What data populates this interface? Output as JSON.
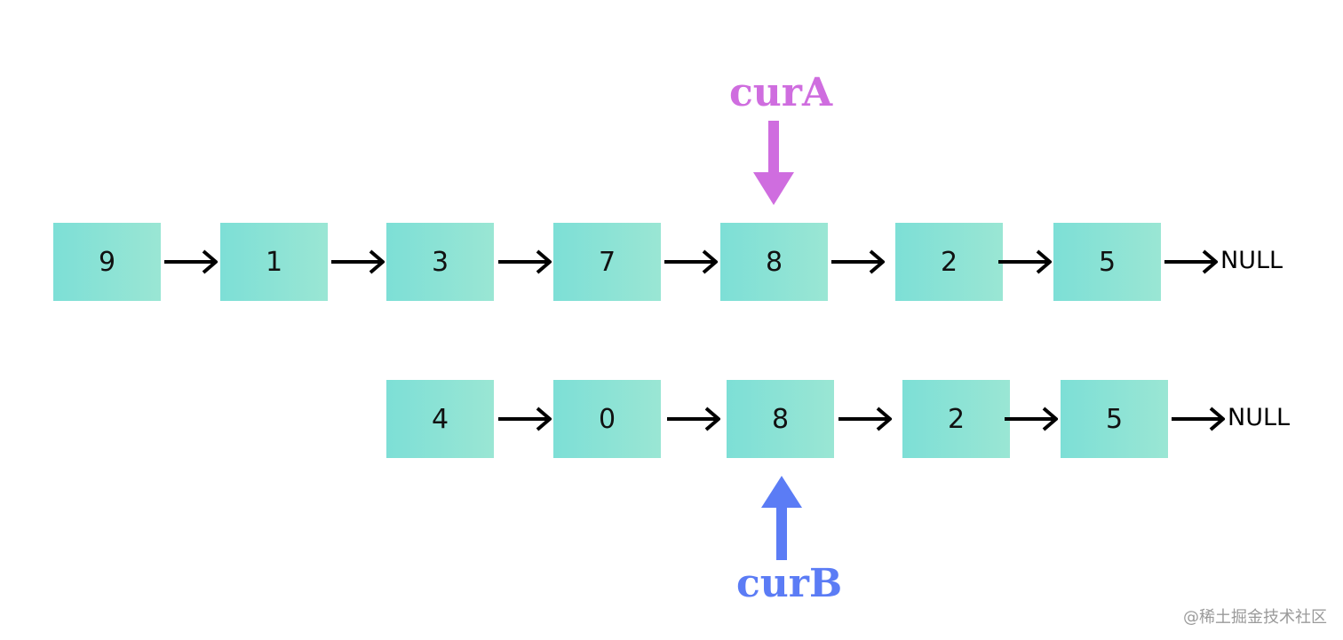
{
  "list_a": {
    "nodes": [
      "9",
      "1",
      "3",
      "7",
      "8",
      "2",
      "5"
    ],
    "tail_label": "NULL"
  },
  "list_b": {
    "nodes": [
      "4",
      "0",
      "8",
      "2",
      "5"
    ],
    "tail_label": "NULL"
  },
  "pointer_a": {
    "label": "curA",
    "color": "#cf6ddf",
    "direction": "down",
    "target": "list_a node 5 (value 8)"
  },
  "pointer_b": {
    "label": "curB",
    "color": "#5b7cf5",
    "direction": "up",
    "target": "list_b node 3 (value 8)"
  },
  "colors": {
    "node_fill_start": "#7ddfd6",
    "node_fill_end": "#9ae6d4",
    "arrow": "#000000"
  },
  "watermark": "@稀土掘金技术社区"
}
